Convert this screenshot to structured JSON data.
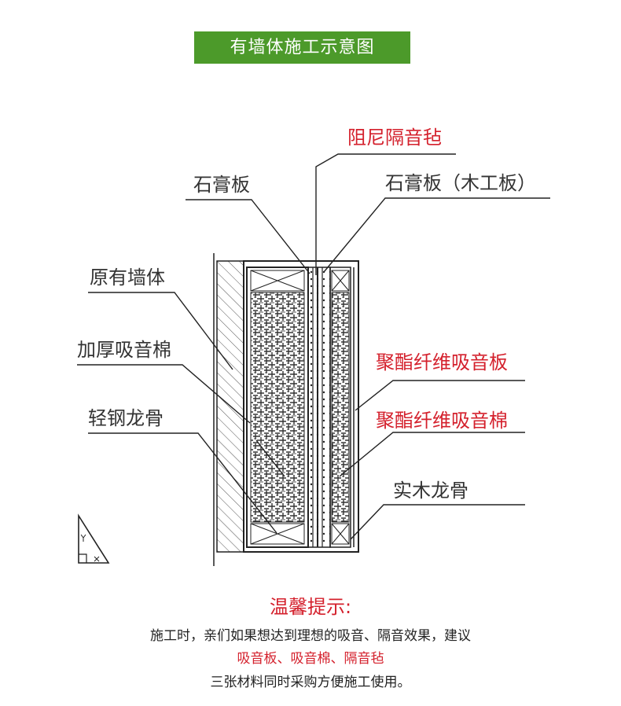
{
  "title": "有墙体施工示意图",
  "labels": {
    "damping_felt": "阻尼隔音毡",
    "gypsum_board_1": "石膏板",
    "gypsum_board_2": "石膏板（木工板）",
    "original_wall": "原有墙体",
    "thick_cotton": "加厚吸音棉",
    "steel_keel": "轻钢龙骨",
    "polyester_board": "聚酯纤维吸音板",
    "polyester_cotton": "聚酯纤维吸音棉",
    "wood_keel": "实木龙骨"
  },
  "tips": {
    "title": "温馨提示:",
    "line1": "施工时，亲们如果想达到理想的吸音、隔音效果，建议",
    "line2": "吸音板、吸音棉、隔音毡",
    "line3": "三张材料同时采购方便施工使用。"
  },
  "colors": {
    "banner": "#4c9a2a",
    "highlight": "#d4202c",
    "line": "#222222"
  }
}
